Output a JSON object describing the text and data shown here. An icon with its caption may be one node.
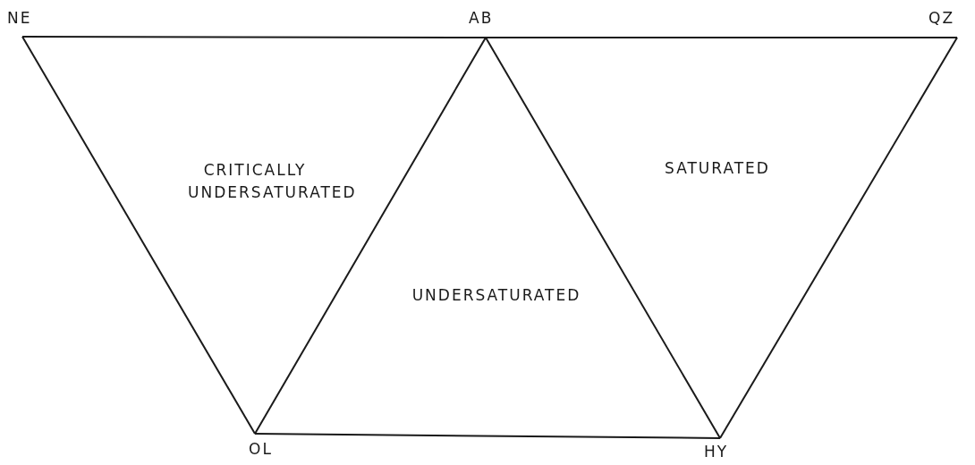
{
  "diagram": {
    "nodes": [
      {
        "text": [
          "NE"
        ]
      },
      {
        "text": [
          "AB"
        ]
      },
      {
        "text": [
          "QZ"
        ]
      },
      {
        "text": [
          "OL"
        ]
      },
      {
        "text": [
          "HY"
        ]
      }
    ],
    "edges": [
      {
        "from": 0,
        "to": 1,
        "arrow": "none"
      },
      {
        "from": 1,
        "to": 2,
        "arrow": "none"
      },
      {
        "from": 0,
        "to": 3,
        "arrow": "none"
      },
      {
        "from": 3,
        "to": 1,
        "arrow": "none"
      },
      {
        "from": 1,
        "to": 4,
        "arrow": "none"
      },
      {
        "from": 3,
        "to": 4,
        "arrow": "none"
      },
      {
        "from": 4,
        "to": 2,
        "arrow": "none"
      }
    ],
    "labels": [
      "CRITICALLY UNDERSATURATED",
      "SATURATED",
      "UNDERSATURATED"
    ]
  }
}
